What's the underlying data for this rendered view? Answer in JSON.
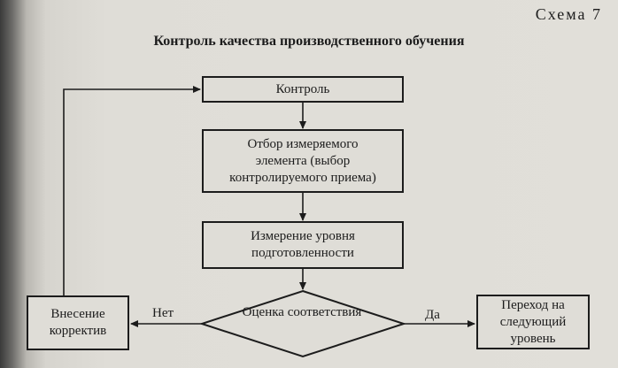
{
  "scheme_label": "Схема 7",
  "title": "Контроль качества производственного обучения",
  "nodes": {
    "control": "Контроль",
    "select": [
      "Отбор измеряемого",
      "элемента (выбор",
      "контролируемого приема)"
    ],
    "measure": [
      "Измерение уровня",
      "подготовленности"
    ],
    "evaluate": [
      "Оценка",
      "соответствия"
    ],
    "correct": [
      "Внесение",
      "корректив"
    ],
    "next": [
      "Переход на",
      "следующий",
      "уровень"
    ]
  },
  "edges": {
    "no": "Нет",
    "yes": "Да"
  }
}
